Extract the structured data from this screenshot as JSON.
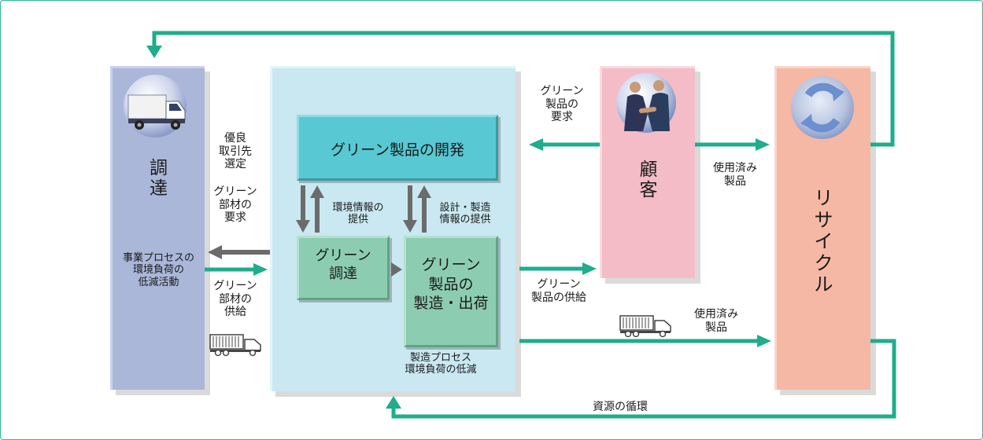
{
  "columns": {
    "procurement": {
      "title": "調\n達",
      "activity": "事業プロセスの\n環境負荷の\n低減活動"
    },
    "customer": {
      "title": "顧\n客"
    },
    "recycle": {
      "title": "リ\nサ\nイ\nク\nル"
    }
  },
  "boxes": {
    "development": "グリーン製品の開発",
    "green_procurement": "グリーン\n調達",
    "green_manufacturing": "グリーン\n製品の\n製造・出荷"
  },
  "labels": {
    "supplier_selection": "優良\n取引先\n選定",
    "material_request": "グリーン\n部材の\n要求",
    "material_supply": "グリーン\n部材の\n供給",
    "env_info": "環境情報の\n提供",
    "design_info": "設計・製造\n情報の提供",
    "product_request": "グリーン\n製品の\n要求",
    "used_products_top": "使用済み\n製品",
    "product_supply": "グリーン\n製品の供給",
    "used_products_bottom": "使用済み\n製品",
    "mfg_process": "製造プロセス\n環境負荷の低減",
    "resource_cycle": "資源の循環"
  },
  "icons": {
    "procurement": "delivery-truck-icon",
    "customer": "handshake-icon",
    "recycle": "recycle-arrows-icon",
    "supply_truck": "small-truck-icon",
    "used_truck": "small-truck-icon"
  },
  "colors": {
    "flow_green": "#1fad8b",
    "flow_gray": "#6b6b6b",
    "procurement_bg": "#aab7d9",
    "company_bg": "#c9e8f1",
    "customer_bg": "#f4bcc6",
    "recycle_bg": "#f5b8a4",
    "development_bg": "#58c8d3",
    "green_box_bg": "#8ccdb2"
  }
}
